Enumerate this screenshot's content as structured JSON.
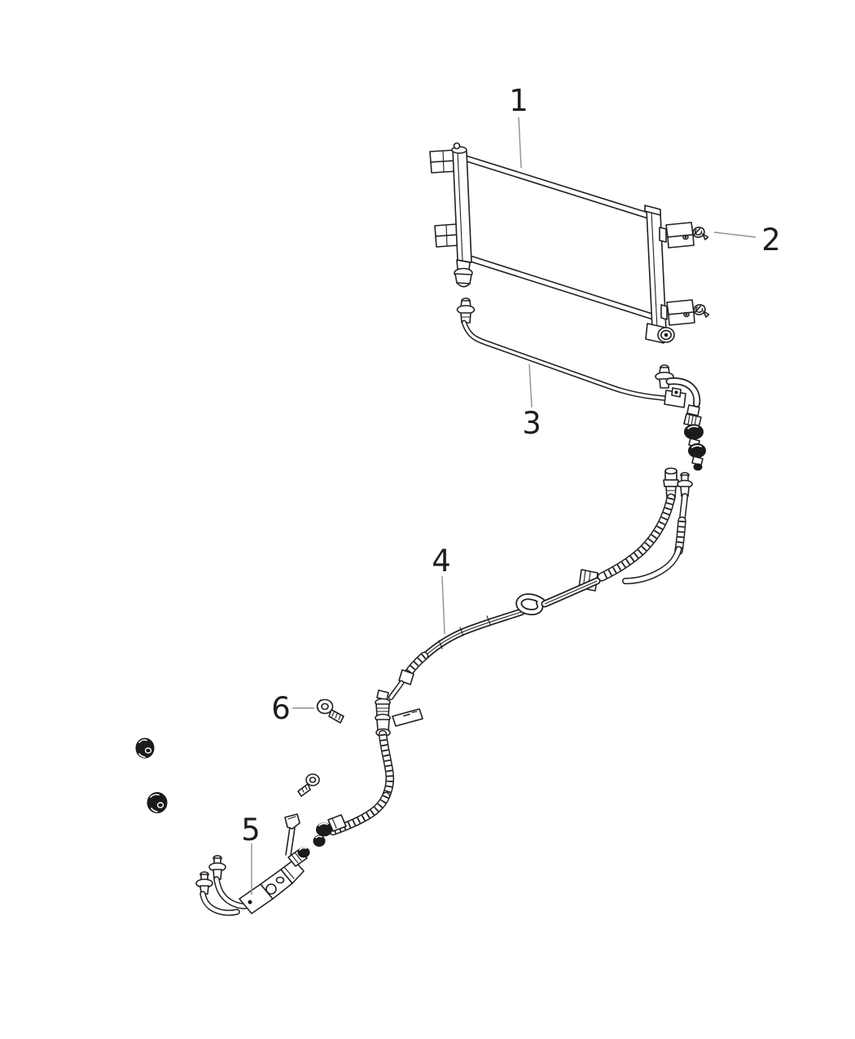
{
  "diagram": {
    "type": "exploded-parts-line-drawing",
    "background_color": "#ffffff",
    "line_color": "#241f21",
    "leader_line_color": "#8f8f8f",
    "callout_text_color": "#1e1e1e",
    "callouts": [
      {
        "label": "1"
      },
      {
        "label": "2"
      },
      {
        "label": "3"
      },
      {
        "label": "4"
      },
      {
        "label": "5"
      },
      {
        "label": "6"
      }
    ]
  }
}
